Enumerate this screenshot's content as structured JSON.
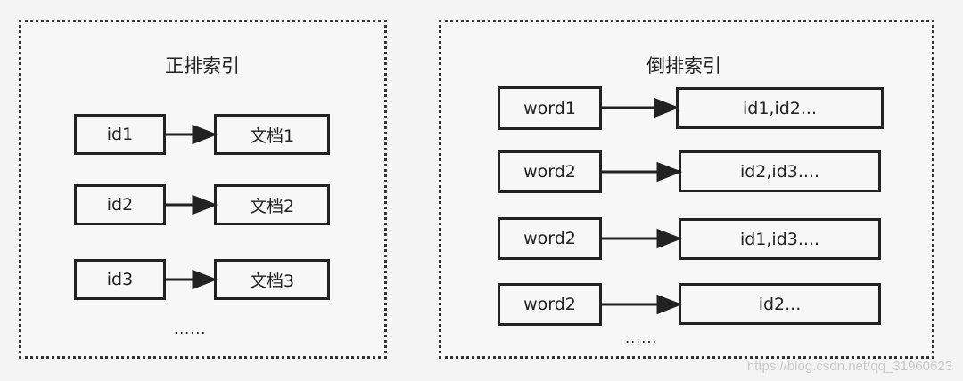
{
  "forward_index": {
    "title": "正排索引",
    "rows": [
      {
        "key": "id1",
        "value": "文档1"
      },
      {
        "key": "id2",
        "value": "文档2"
      },
      {
        "key": "id3",
        "value": "文档3"
      }
    ],
    "ellipsis": "......"
  },
  "inverted_index": {
    "title": "倒排索引",
    "rows": [
      {
        "key": "word1",
        "value": "id1,id2..."
      },
      {
        "key": "word2",
        "value": "id2,id3...."
      },
      {
        "key": "word2",
        "value": "id1,id3...."
      },
      {
        "key": "word2",
        "value": "id2..."
      }
    ],
    "ellipsis": "......"
  },
  "watermark": "https://blog.csdn.net/qq_31960623"
}
